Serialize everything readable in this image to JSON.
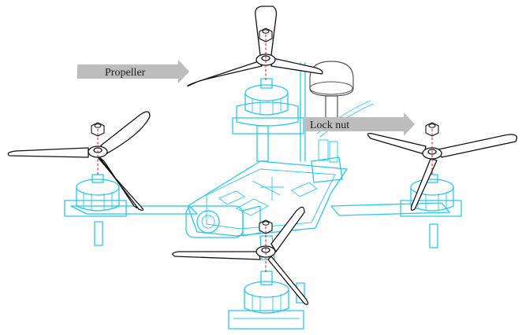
{
  "diagram": {
    "labels": {
      "propeller": "Propeller",
      "lock_nut": "Lock nut"
    },
    "colors": {
      "frame": "#25c8f0",
      "propeller": "#111111",
      "axis_line": "#d6262c",
      "callout_arrow": "#bdbdbd"
    },
    "motor_positions": [
      "front",
      "left",
      "right",
      "rear"
    ]
  }
}
